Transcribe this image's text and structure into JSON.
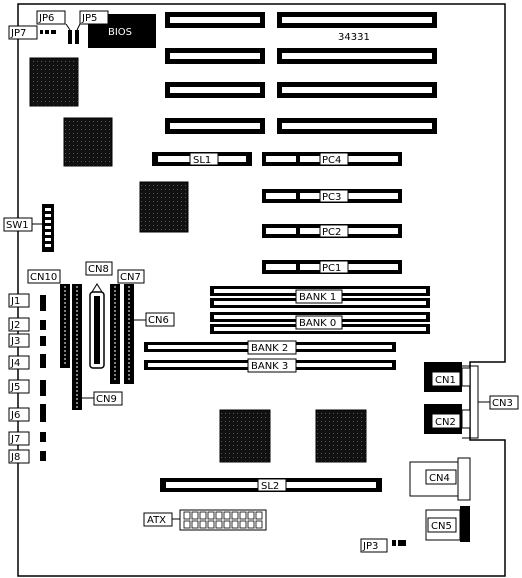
{
  "board_id": "34331",
  "labels": {
    "jp6": "JP6",
    "jp5": "JP5",
    "jp7": "JP7",
    "bios": "BIOS",
    "sl1": "SL1",
    "pc4": "PC4",
    "pc3": "PC3",
    "pc2": "PC2",
    "pc1": "PC1",
    "sw1": "SW1",
    "cn10": "CN10",
    "cn8": "CN8",
    "cn7": "CN7",
    "cn6": "CN6",
    "cn9": "CN9",
    "j1": "J1",
    "j2": "J2",
    "j3": "J3",
    "j4": "J4",
    "j5": "J5",
    "j6": "J6",
    "j7": "J7",
    "j8": "J8",
    "bank1": "BANK 1",
    "bank0": "BANK 0",
    "bank2": "BANK 2",
    "bank3": "BANK 3",
    "cn1": "CN1",
    "cn2": "CN2",
    "cn3": "CN3",
    "cn4": "CN4",
    "cn5": "CN5",
    "sl2": "SL2",
    "atx": "ATX",
    "jp3": "JP3"
  }
}
